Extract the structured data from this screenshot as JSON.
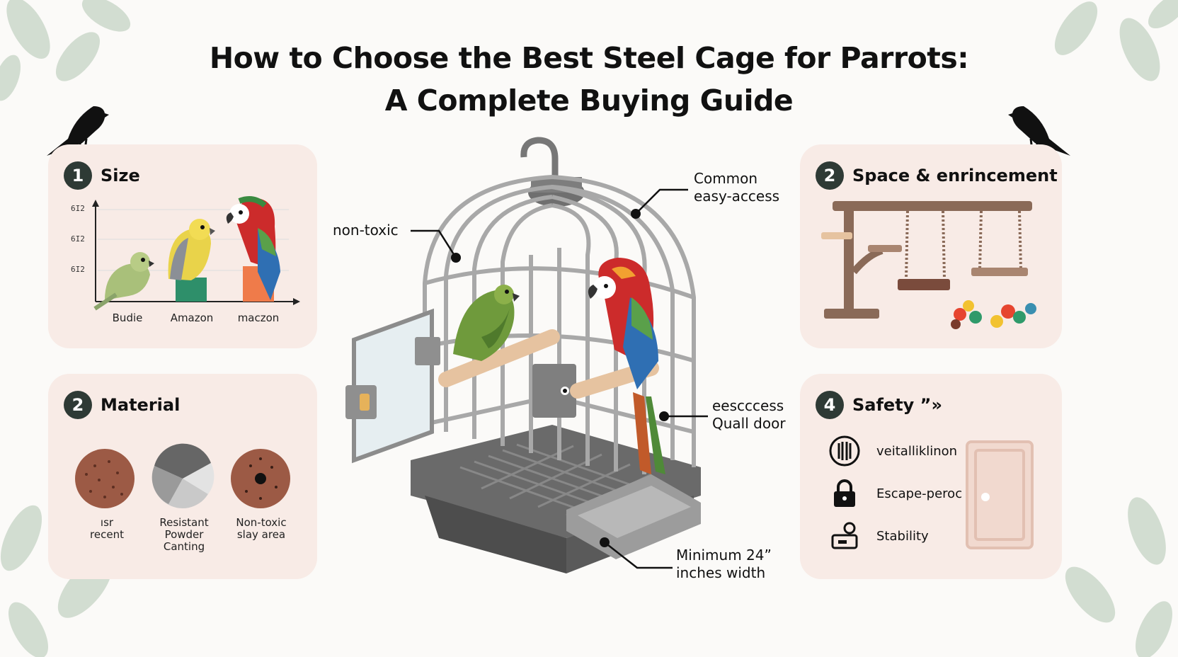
{
  "title": {
    "line1": "How to Choose the Best Steel Cage for Parrots:",
    "line2": "A Complete Buying Guide"
  },
  "cards": {
    "size": {
      "number": "1",
      "title": "Size",
      "y_ticks": [
        "6I2",
        "6I2",
        "6I2"
      ],
      "birds": [
        "Budie",
        "Amazon",
        "maczon"
      ]
    },
    "space": {
      "number": "2",
      "title": "Space & enrincement"
    },
    "material": {
      "number": "2",
      "title": "Material",
      "items": [
        "ısr\nrecent",
        "Resistant\nPowder\nCanting",
        "Non-toxic\nslay area"
      ]
    },
    "safety": {
      "number": "4",
      "title": "Safety ”»",
      "items": [
        "veitalliklinon",
        "Escape-peroc",
        "Stability"
      ]
    }
  },
  "callouts": {
    "non_toxic": "non-toxic",
    "common_access": "Common\neasy-access",
    "quall_door": "eescccess\nQuall door",
    "min_width": "Minimum 24”\ninches width"
  }
}
